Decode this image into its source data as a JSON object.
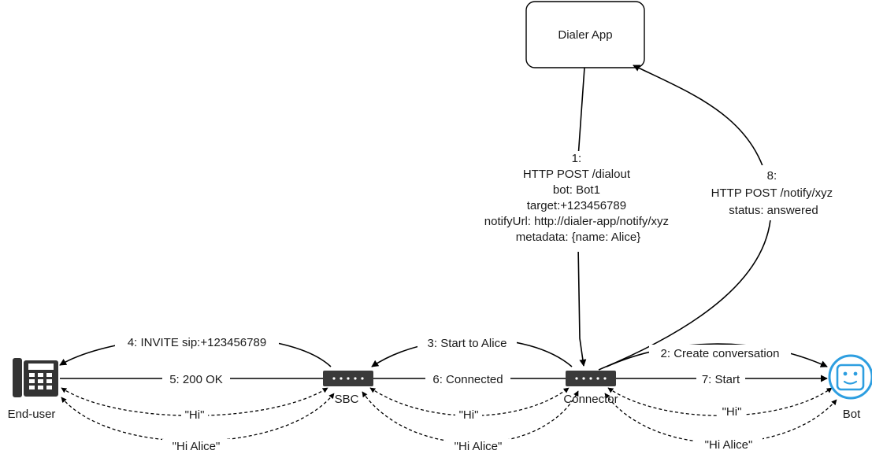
{
  "nodes": {
    "dialer_app": "Dialer App",
    "end_user": "End-user",
    "sbc": "SBC",
    "connector": "Connector",
    "bot": "Bot"
  },
  "messages": {
    "step1": [
      "1:",
      "HTTP POST /dialout",
      "bot: Bot1",
      "target:+123456789",
      "notifyUrl: http://dialer-app/notify/xyz",
      "metadata: {name: Alice}"
    ],
    "step2": "2: Create conversation",
    "step3": "3: Start to Alice",
    "step4": "4: INVITE sip:+123456789",
    "step5": "5: 200 OK",
    "step6": "6: Connected",
    "step7": "7: Start",
    "step8": [
      "8:",
      "HTTP POST /notify/xyz",
      "status: answered"
    ],
    "media_hi": "\"Hi\"",
    "media_hi_alice": "\"Hi Alice\""
  },
  "colors": {
    "line": "#000000",
    "phone_body": "#333333",
    "sbc_box": "#3a3a3a",
    "bot_blue": "#2d9ee0"
  }
}
